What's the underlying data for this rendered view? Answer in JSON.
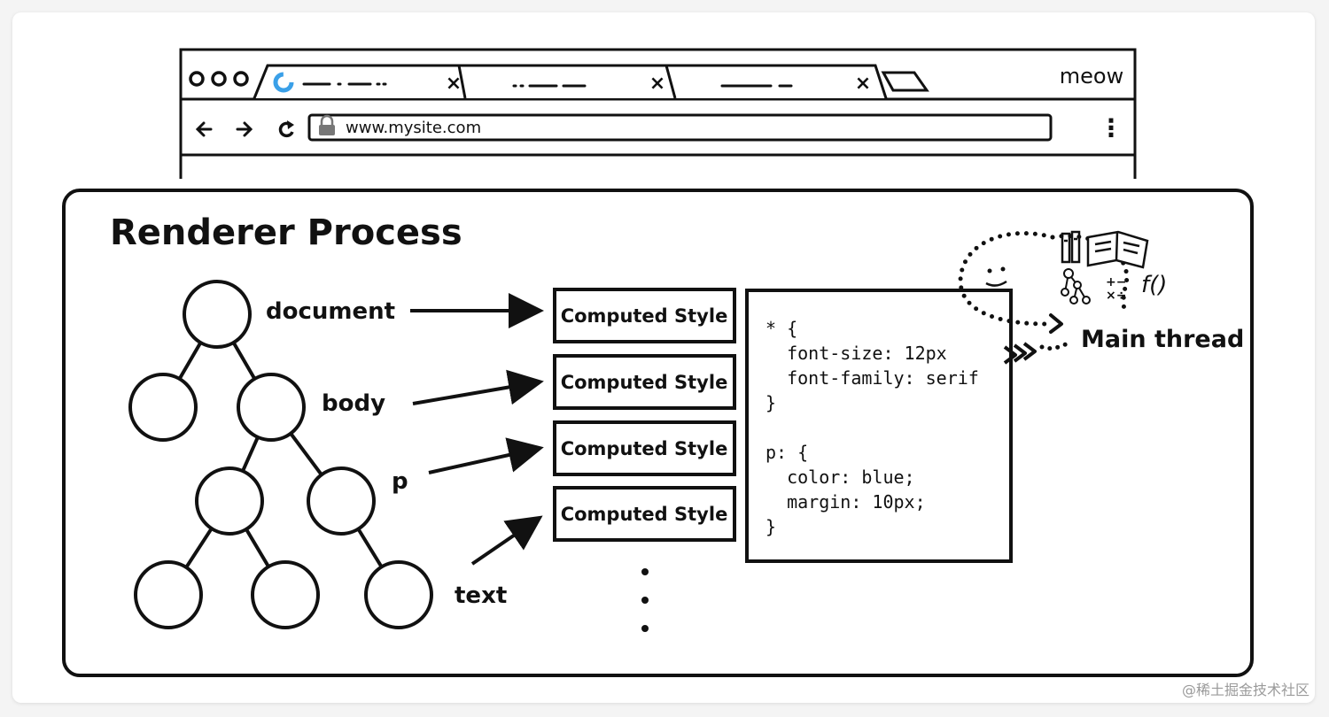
{
  "browser": {
    "brand_text": "meow",
    "url": "www.mysite.com",
    "tab_close_glyph": "×",
    "menu_glyph": "⋮",
    "nav_icons": [
      "back-arrow-icon",
      "forward-arrow-icon",
      "reload-icon",
      "lock-icon"
    ]
  },
  "renderer": {
    "title": "Renderer Process",
    "dom_labels": {
      "document": "document",
      "body": "body",
      "p": "p",
      "text": "text"
    },
    "computed_style_boxes": [
      "Computed Style",
      "Computed Style",
      "Computed Style",
      "Computed Style"
    ],
    "css_code": [
      "* {",
      "  font-size: 12px",
      "  font-family: serif",
      "}",
      "",
      "p: {",
      "  color: blue;",
      "  margin: 10px;",
      "}"
    ],
    "main_thread_label": "Main thread",
    "thought_icons": [
      "pencils-icon",
      "open-book-icon",
      "tree-graph-icon",
      "math-symbols-icon",
      "function-icon"
    ],
    "math_symbols_text": "+−\n×÷",
    "function_text": "f()"
  },
  "colors": {
    "ink": "#111111",
    "loading_spinner": "#3aa0e8",
    "lock": "#777777"
  },
  "watermark": "@稀土掘金技术社区"
}
